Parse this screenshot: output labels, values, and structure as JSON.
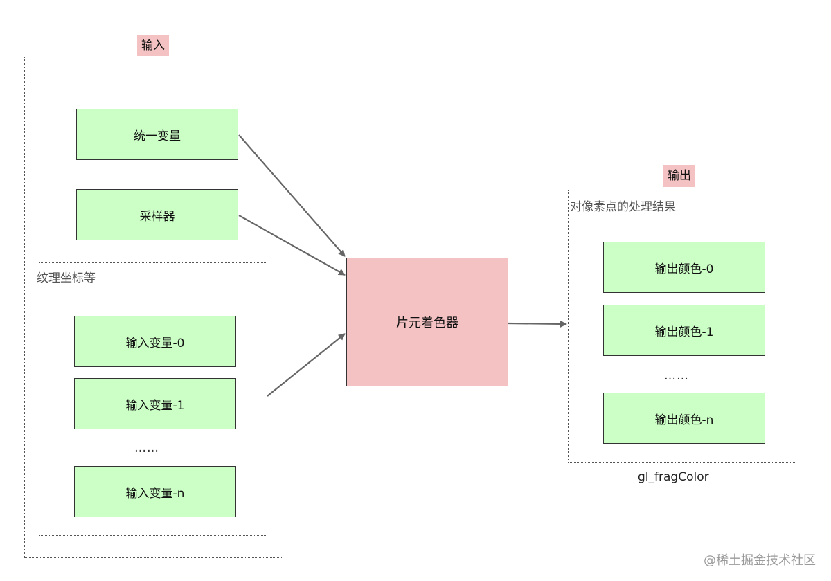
{
  "input_section": {
    "tag": "输入",
    "uniform": "统一变量",
    "sampler": "采样器",
    "varying_group": {
      "label": "纹理坐标等",
      "items": [
        "输入变量-0",
        "输入变量-1",
        "输入变量-n"
      ],
      "ellipsis": "……"
    }
  },
  "shader": {
    "label": "片元着色器"
  },
  "output_section": {
    "tag": "输出",
    "group_label": "对像素点的处理结果",
    "items": [
      "输出颜色-0",
      "输出颜色-1",
      "输出颜色-n"
    ],
    "ellipsis": "……",
    "caption": "gl_fragColor"
  },
  "watermark": "@稀土掘金技术社区",
  "colors": {
    "input_box_fill": "#ccffc6",
    "shader_fill": "#f4c2c2",
    "tag_fill": "#f4c2c2",
    "arrow": "#666666"
  }
}
